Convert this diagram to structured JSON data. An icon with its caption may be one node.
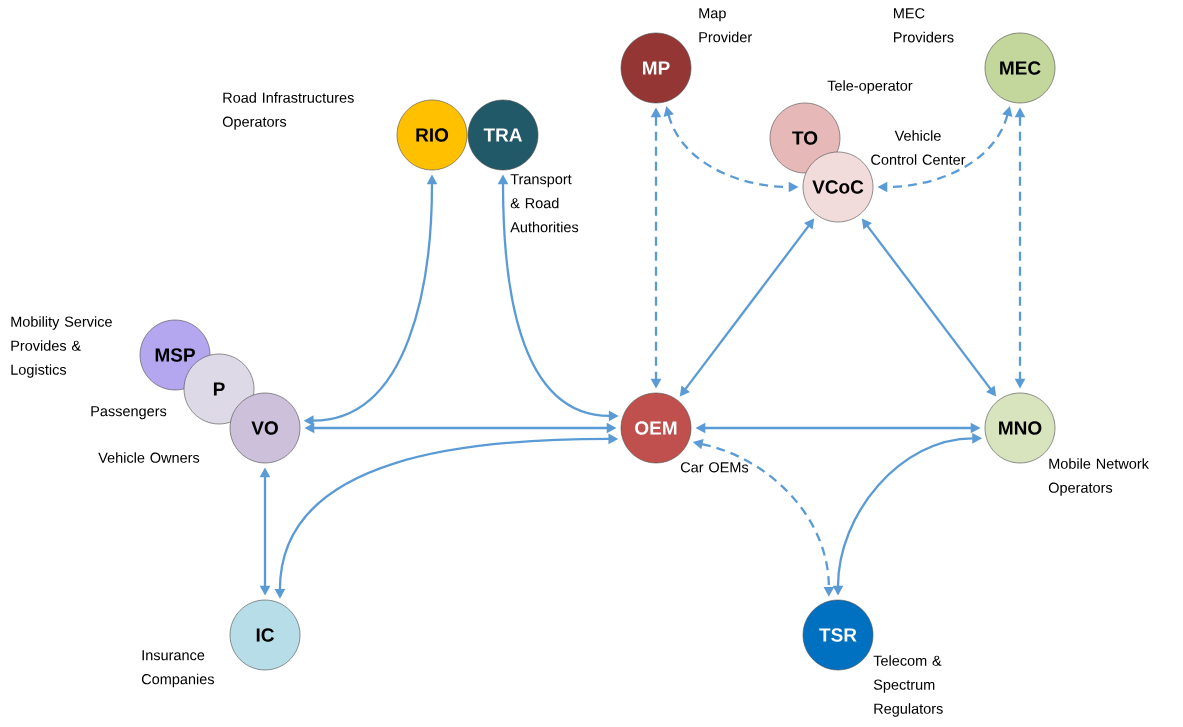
{
  "diagram": {
    "nodes": [
      {
        "text": [
          "MP"
        ],
        "beside": [
          "Map Provider"
        ]
      },
      {
        "text": [
          "MEC"
        ],
        "beside": [
          "MEC Providers"
        ]
      },
      {
        "text": [
          "RIO"
        ],
        "beside": [
          "Road Infrastructures Operators"
        ]
      },
      {
        "text": [
          "TRA"
        ],
        "beside": [
          "Transport & Road Authorities"
        ]
      },
      {
        "text": [
          "TO"
        ],
        "beside": [
          "Tele-operator"
        ]
      },
      {
        "text": [
          "VCoC"
        ],
        "beside": [
          "Vehicle Control Center"
        ]
      },
      {
        "text": [
          "MSP"
        ],
        "beside": [
          "Mobility Service Provides & Logistics"
        ]
      },
      {
        "text": [
          "P"
        ],
        "beside": [
          "Passengers"
        ]
      },
      {
        "text": [
          "VO"
        ],
        "beside": [
          "Vehicle Owners"
        ]
      },
      {
        "text": [
          "OEM"
        ],
        "beside": [
          "Car OEMs"
        ]
      },
      {
        "text": [
          "MNO"
        ],
        "beside": [
          "Mobile Network Operators"
        ]
      },
      {
        "text": [
          "IC"
        ],
        "beside": [
          "Insurance Companies"
        ]
      },
      {
        "text": [
          "TSR"
        ],
        "beside": [
          "Telecom & Spectrum Regulators"
        ]
      }
    ],
    "edges": [
      {
        "from": 0,
        "to": 9,
        "arrow": "both",
        "style": "dashed"
      },
      {
        "from": 0,
        "to": 5,
        "arrow": "both",
        "style": "dashed"
      },
      {
        "from": 1,
        "to": 5,
        "arrow": "both",
        "style": "dashed"
      },
      {
        "from": 1,
        "to": 10,
        "arrow": "both",
        "style": "dashed"
      },
      {
        "from": 5,
        "to": 9,
        "arrow": "both"
      },
      {
        "from": 5,
        "to": 10,
        "arrow": "both"
      },
      {
        "from": 2,
        "to": 8,
        "arrow": "both"
      },
      {
        "from": 3,
        "to": 9,
        "arrow": "both"
      },
      {
        "from": 8,
        "to": 9,
        "arrow": "both"
      },
      {
        "from": 11,
        "to": 9,
        "arrow": "both"
      },
      {
        "from": 8,
        "to": 11,
        "arrow": "both"
      },
      {
        "from": 9,
        "to": 10,
        "arrow": "both"
      },
      {
        "from": 9,
        "to": 12,
        "arrow": "both",
        "style": "dashed"
      },
      {
        "from": 12,
        "to": 10,
        "arrow": "both"
      }
    ]
  }
}
